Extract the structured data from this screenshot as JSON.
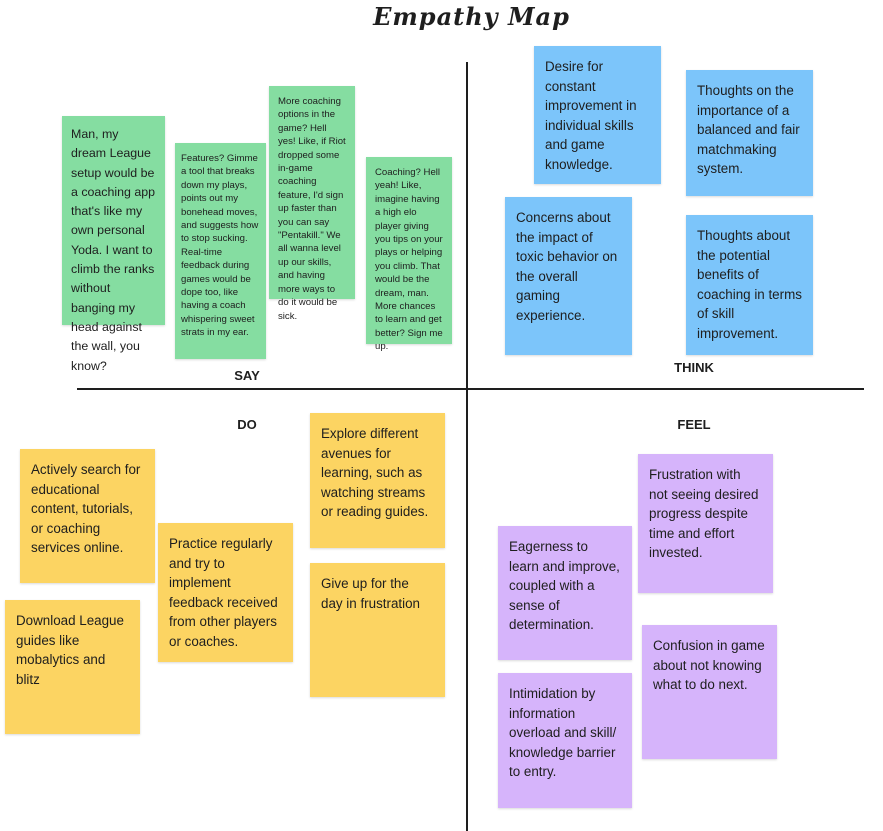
{
  "title": "Empathy Map",
  "quadrants": {
    "say": "SAY",
    "think": "THINK",
    "do": "DO",
    "feel": "FEEL"
  },
  "colors": {
    "say": "#85DDA1",
    "think": "#7CC5FA",
    "do": "#FCD462",
    "feel": "#D6B4FB"
  },
  "say": [
    "Man, my dream League setup would be a coaching app that's like my own personal Yoda. I want to climb the ranks without banging my head against the wall, you know?",
    "Features? Gimme a tool that breaks down my plays, points out my bonehead moves, and suggests how to stop sucking. Real-time feedback during games would be dope too, like having a coach whispering sweet strats in my ear.",
    "More coaching options in the game? Hell yes! Like, if Riot dropped some in-game coaching feature, I'd sign up faster than you can say \"Pentakill.\" We all wanna level up our skills, and having more ways to do it would be sick.",
    "Coaching? Hell yeah! Like, imagine having a high elo player giving you tips on your plays or helping you climb. That would be the dream, man. More chances to learn and get better? Sign me up."
  ],
  "think": [
    "Desire for constant improvement in individual skills and game knowledge.",
    "Thoughts on the importance of a balanced and fair matchmaking system.",
    "Concerns about the impact of toxic behavior on the overall gaming experience.",
    "Thoughts about the potential benefits of coaching in terms of skill improvement."
  ],
  "do": [
    "Actively search for educational content, tutorials, or coaching services online.",
    "Practice regularly and try to implement feedback received from other players or coaches.",
    "Download League guides like mobalytics and blitz",
    "Explore different avenues for learning, such as watching streams or reading guides.",
    "Give up for the day in frustration"
  ],
  "feel": [
    "Frustration with not seeing desired progress despite time and effort invested.",
    "Eagerness to learn and improve, coupled with a sense of determination.",
    "Confusion in game about not knowing what to do next.",
    "Intimidation by information overload and skill/ knowledge barrier to entry."
  ]
}
